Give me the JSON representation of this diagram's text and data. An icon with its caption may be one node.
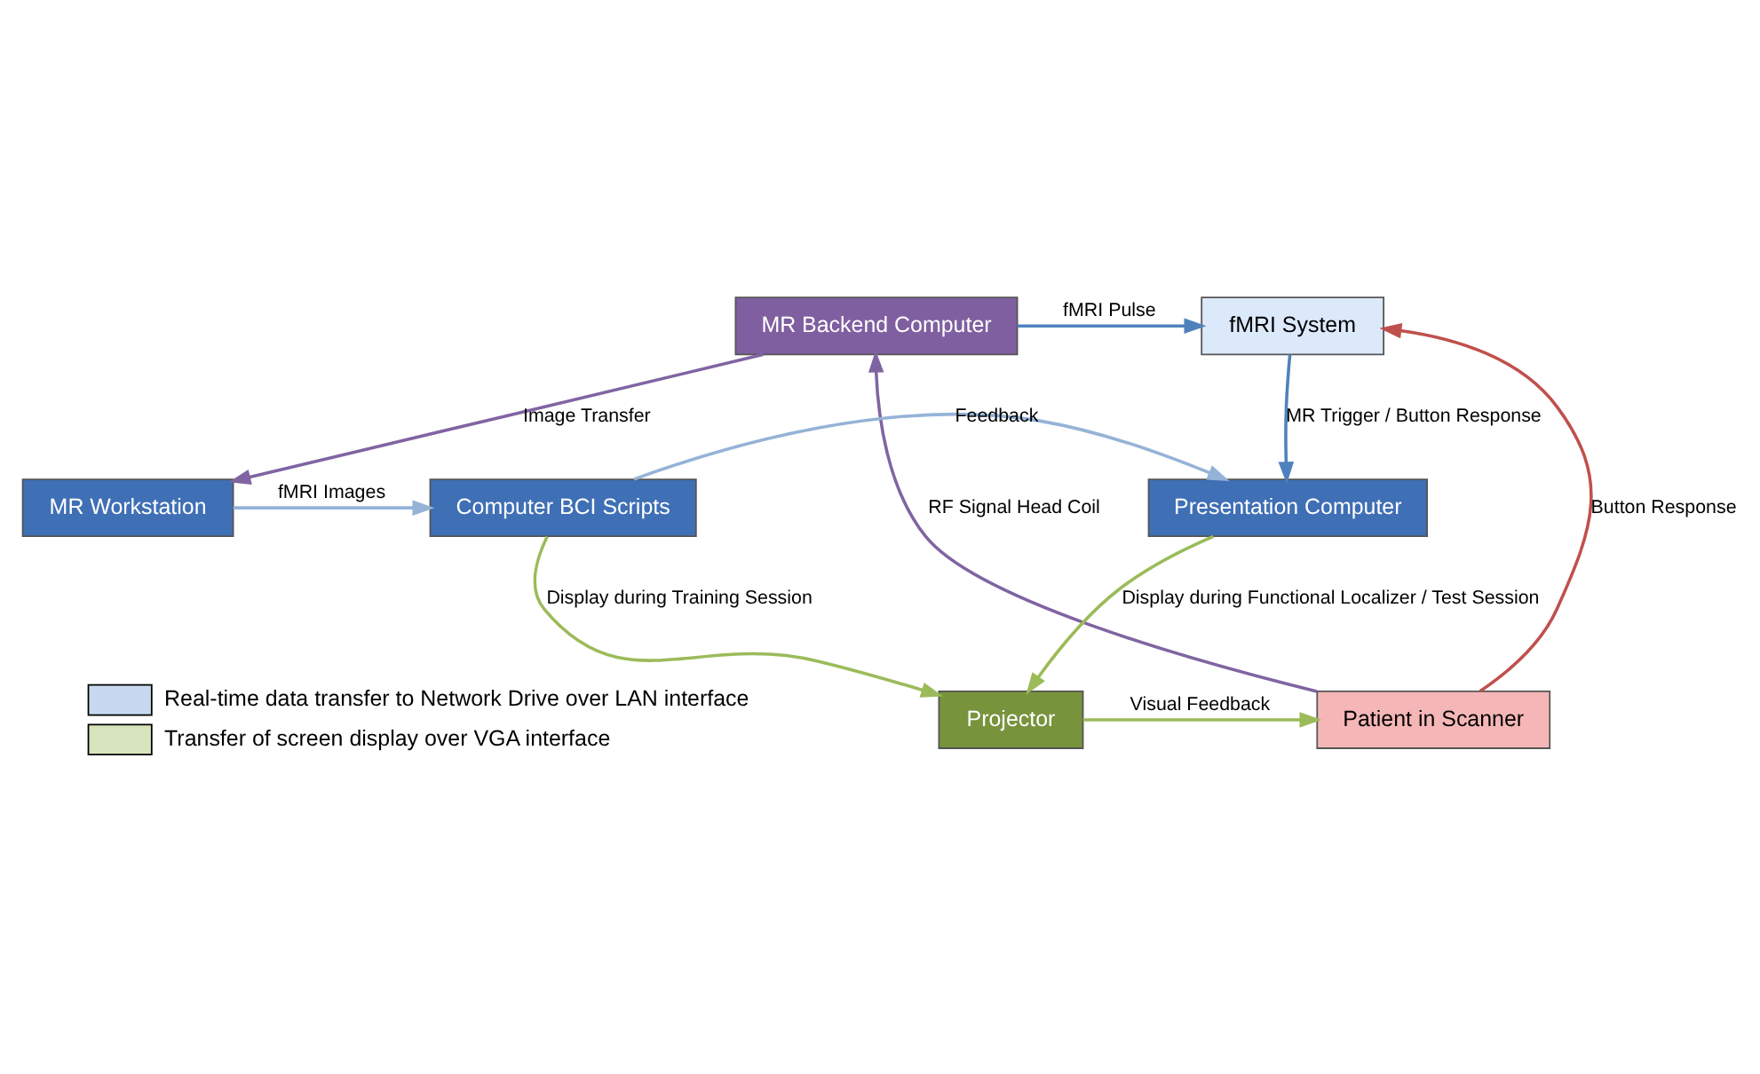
{
  "diagram": {
    "nodes": [
      {
        "text": [
          "MR Backend Computer"
        ]
      },
      {
        "text": [
          "fMRI System"
        ]
      },
      {
        "text": [
          "Projector"
        ]
      },
      {
        "text": [
          "Patient in Scanner"
        ]
      },
      {
        "text": [
          "MR Workstation"
        ]
      },
      {
        "text": [
          "Computer BCI Scripts"
        ]
      },
      {
        "text": [
          "Presentation Computer"
        ]
      }
    ],
    "edges": [
      {
        "from": 0,
        "to": 1,
        "arrow": "to",
        "label": "fMRI Pulse",
        "color": "#4f81bd"
      },
      {
        "from": 3,
        "to": 1,
        "arrow": "to",
        "label": "Button Response",
        "color": "#c0504d"
      },
      {
        "from": 2,
        "to": 3,
        "arrow": "to",
        "label": "Visual Feedback",
        "color": "#9bbb59"
      },
      {
        "from": 3,
        "to": 0,
        "arrow": "to",
        "label": "RF Signal Head Coil",
        "color": "#8064a2"
      },
      {
        "from": 0,
        "to": 4,
        "arrow": "to",
        "label": "Image Transfer",
        "color": "#8064a2"
      },
      {
        "from": 4,
        "to": 5,
        "arrow": "to",
        "label": "fMRI Images",
        "color": "#95b3d7"
      },
      {
        "from": 5,
        "to": 2,
        "arrow": "to",
        "label": "Display during Training Session",
        "color": "#9bbb59"
      },
      {
        "from": 5,
        "to": 6,
        "arrow": "to",
        "label": "Feedback",
        "color": "#95b3d7"
      },
      {
        "from": 6,
        "to": 2,
        "arrow": "to",
        "label": "Display during Functional Localizer / Test Session",
        "color": "#9bbb59"
      },
      {
        "from": 1,
        "to": 6,
        "arrow": "to",
        "label": "MR Trigger / Button Response",
        "color": "#4f81bd"
      }
    ],
    "legend": [
      {
        "text": "Real-time data transfer to Network Drive over LAN interface",
        "color": "#c6d9f1"
      },
      {
        "text": "Transfer of screen display over VGA interface",
        "color": "#d7e4bd"
      }
    ]
  }
}
